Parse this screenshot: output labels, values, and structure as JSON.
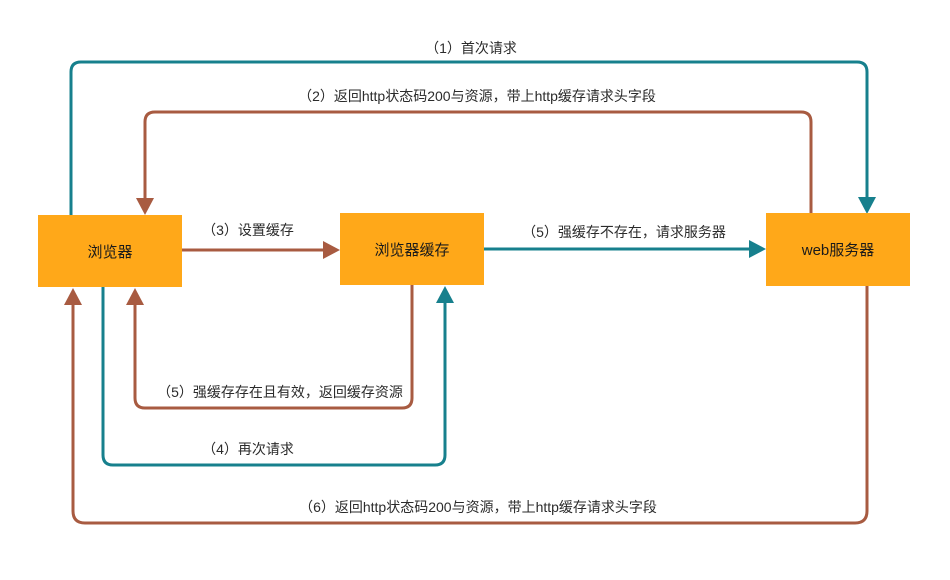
{
  "diagram": {
    "type": "flow-diagram",
    "topic": "http-cache-flow",
    "colors": {
      "background": "#ffffff",
      "node_fill": "#FFA819",
      "request_line": "#17808D",
      "response_line": "#A85B41",
      "label_text": "#2b2b2b"
    },
    "nodes": {
      "browser": {
        "label": "浏览器"
      },
      "browser_cache": {
        "label": "浏览器缓存"
      },
      "web_server": {
        "label": "web服务器"
      }
    },
    "edges": {
      "e1": {
        "label": "（1）首次请求",
        "from": "浏览器",
        "to": "web服务器",
        "style": "request"
      },
      "e2": {
        "label": "（2）返回http状态码200与资源，带上http缓存请求头字段",
        "from": "web服务器",
        "to": "浏览器",
        "style": "response"
      },
      "e3": {
        "label": "（3）设置缓存",
        "from": "浏览器",
        "to": "浏览器缓存",
        "style": "response"
      },
      "e4": {
        "label": "（4）再次请求",
        "from": "浏览器",
        "to": "浏览器缓存",
        "style": "request"
      },
      "e5_hit": {
        "label": "（5）强缓存存在且有效，返回缓存资源",
        "from": "浏览器缓存",
        "to": "浏览器",
        "style": "response"
      },
      "e5_miss": {
        "label": "（5）强缓存不存在，请求服务器",
        "from": "浏览器缓存",
        "to": "web服务器",
        "style": "request"
      },
      "e6": {
        "label": "（6）返回http状态码200与资源，带上http缓存请求头字段",
        "from": "web服务器",
        "to": "浏览器",
        "style": "response"
      }
    }
  }
}
